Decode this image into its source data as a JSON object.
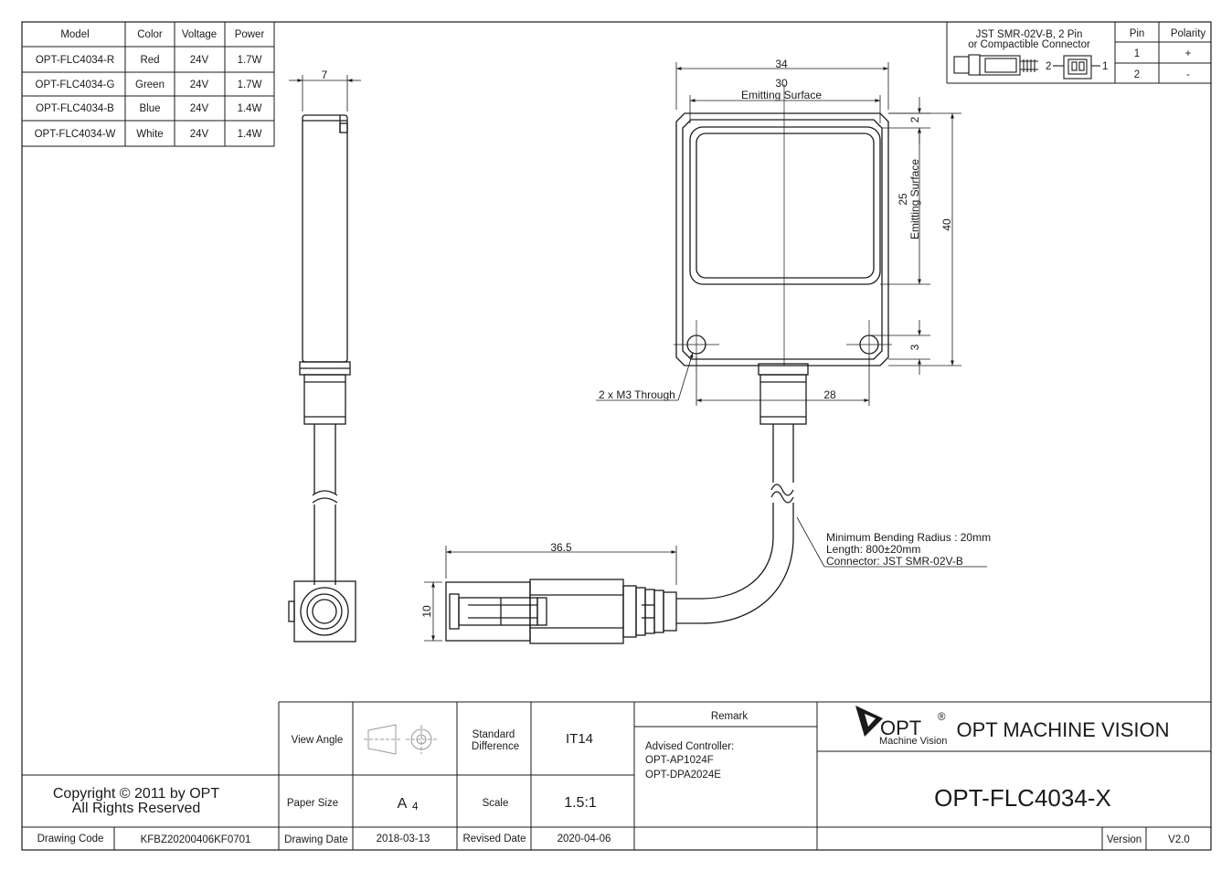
{
  "model_table": {
    "headers": [
      "Model",
      "Color",
      "Voltage",
      "Power"
    ],
    "rows": [
      [
        "OPT-FLC4034-R",
        "Red",
        "24V",
        "1.7W"
      ],
      [
        "OPT-FLC4034-G",
        "Green",
        "24V",
        "1.7W"
      ],
      [
        "OPT-FLC4034-B",
        "Blue",
        "24V",
        "1.4W"
      ],
      [
        "OPT-FLC4034-W",
        "White",
        "24V",
        "1.4W"
      ]
    ]
  },
  "connector_table": {
    "title_line1": "JST SMR-02V-B, 2 Pin",
    "title_line2": "or Compactible Connector",
    "pin_label_2": "2",
    "pin_label_1": "1",
    "headers": [
      "Pin",
      "Polarity"
    ],
    "rows": [
      [
        "1",
        "+"
      ],
      [
        "2",
        "-"
      ]
    ]
  },
  "dimensions": {
    "side_thickness": "7",
    "width_total": "34",
    "emit_width": "30",
    "emit_width_label": "Emitting Surface",
    "emit_height": "25",
    "emit_height_label": "Emitting Surface",
    "height_total": "40",
    "top_margin": "2",
    "bottom_margin": "3",
    "hole_spacing": "28",
    "holes": "2 x M3 Through",
    "connector_length": "36.5",
    "connector_height": "10"
  },
  "cable_notes": [
    "Minimum Bending Radius : 20mm",
    "Length: 800±20mm",
    "Connector: JST SMR-02V-B"
  ],
  "title_block": {
    "copyright_line1": "Copyright © 2011 by OPT",
    "copyright_line2": "All Rights Reserved",
    "drawing_code_label": "Drawing Code",
    "drawing_code": "KFBZ20200406KF0701",
    "view_angle_label": "View Angle",
    "standard_difference_label_1": "Standard",
    "standard_difference_label_2": "Difference",
    "standard_difference": "IT14",
    "paper_size_label": "Paper Size",
    "paper_size": "A",
    "paper_size_sub": "4",
    "scale_label": "Scale",
    "scale": "1.5:1",
    "drawing_date_label": "Drawing Date",
    "drawing_date": "2018-03-13",
    "revised_date_label": "Revised Date",
    "revised_date": "2020-04-06",
    "remark_label": "Remark",
    "advised_controller_label": "Advised Controller:",
    "controllers": [
      "OPT-AP1024F",
      "OPT-DPA2024E"
    ],
    "logo_text": "OPT",
    "logo_registered": "®",
    "logo_subtext": "Machine Vision",
    "company_name": "OPT MACHINE VISION",
    "part_number": "OPT-FLC4034-X",
    "version_label": "Version",
    "version": "V2.0"
  }
}
